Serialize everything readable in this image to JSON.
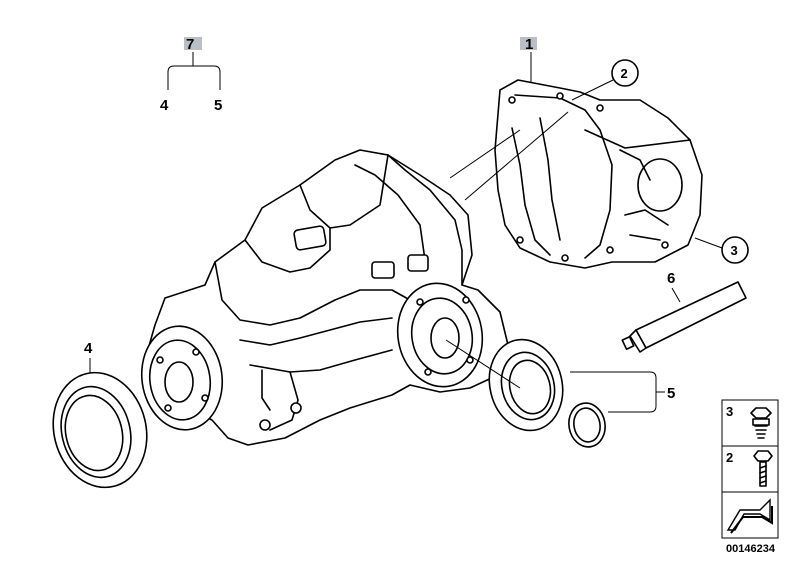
{
  "callouts": {
    "part_7": "7",
    "part_7_sub_a": "4",
    "part_7_sub_b": "5",
    "part_1": "1",
    "part_2": "2",
    "part_3": "3",
    "part_4": "4",
    "part_5": "5",
    "part_6": "6"
  },
  "legend": {
    "item_3": "3",
    "item_2": "2"
  },
  "diagram_code": "00146234",
  "colors": {
    "callout_highlight": "#b9bfc6",
    "ink": "#000000"
  }
}
